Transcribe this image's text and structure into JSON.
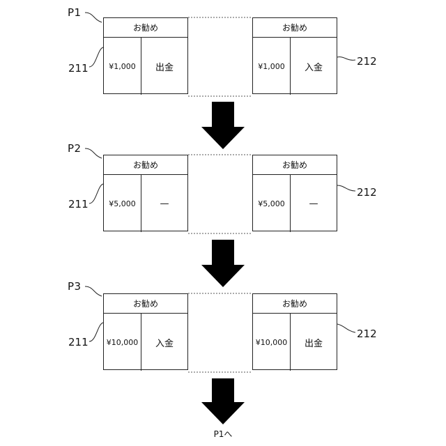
{
  "stages": [
    {
      "label": "P1",
      "left_ref": "211",
      "right_ref": "212",
      "left_panel": {
        "title": "お勧め",
        "amount": "¥1,000",
        "action": "出金"
      },
      "right_panel": {
        "title": "お勧め",
        "amount": "¥1,000",
        "action": "入金"
      }
    },
    {
      "label": "P2",
      "left_ref": "211",
      "right_ref": "212",
      "left_panel": {
        "title": "お勧め",
        "amount": "¥5,000",
        "action": "—"
      },
      "right_panel": {
        "title": "お勧め",
        "amount": "¥5,000",
        "action": "—"
      }
    },
    {
      "label": "P3",
      "left_ref": "211",
      "right_ref": "212",
      "left_panel": {
        "title": "お勧め",
        "amount": "¥10,000",
        "action": "入金"
      },
      "right_panel": {
        "title": "お勧め",
        "amount": "¥10,000",
        "action": "出金"
      }
    }
  ],
  "footer_label": "P1へ",
  "colors": {
    "line": "#222222",
    "arrow": "#000000"
  }
}
